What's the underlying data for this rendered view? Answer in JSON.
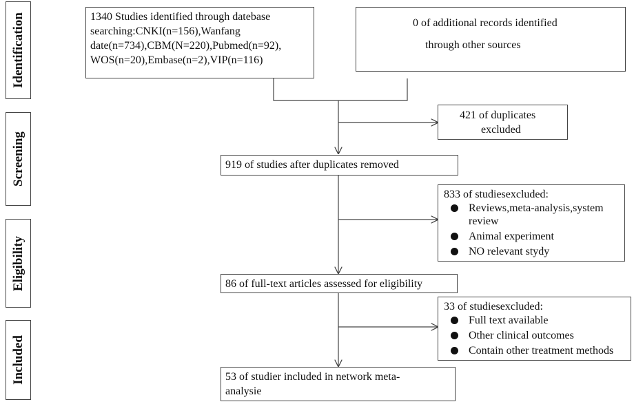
{
  "stages": [
    {
      "id": "identification",
      "label": "Identification"
    },
    {
      "id": "screening",
      "label": "Screening"
    },
    {
      "id": "eligibility",
      "label": "Eligibility"
    },
    {
      "id": "included",
      "label": "Included"
    }
  ],
  "boxes": {
    "database_search": "1340 Studies identified through datebase\nsearching:CNKI(n=156),Wanfang\ndate(n=734),CBM(N=220),Pubmed(n=92),\nWOS(n=20),Embase(n=2),VIP(n=116)",
    "additional_records_line1": "0 of additional records identified",
    "additional_records_line2": "through other sources",
    "duplicates_excluded_line1": "421 of duplicates",
    "duplicates_excluded_line2": "excluded",
    "after_duplicates": "919 of studies after duplicates removed",
    "screen_excluded": {
      "title": "833 of studiesexcluded:",
      "items": [
        "Reviews,meta-analysis,system\nreview",
        "Animal experiment",
        "NO relevant stydy"
      ]
    },
    "full_text_assessed": "86 of full-text articles assessed for eligibility",
    "eligibility_excluded": {
      "title": "33 of studiesexcluded:",
      "items": [
        "Full text available",
        "Other clinical outcomes",
        "Contain other treatment methods"
      ]
    },
    "included_studies": "53 of studier included in network meta-\nanalysie"
  }
}
